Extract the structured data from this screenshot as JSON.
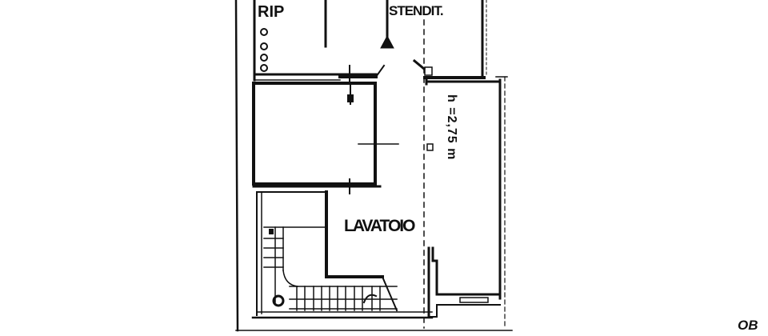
{
  "floor_plan": {
    "rooms": [
      {
        "id": "rip",
        "label": "RIP"
      },
      {
        "id": "stenditoio",
        "label": "STENDIT."
      },
      {
        "id": "lavatoio",
        "label": "LAVATOIO"
      }
    ],
    "annotations": {
      "ceiling_height": "h =2,75 m",
      "partial_label_right": "OB"
    },
    "colors": {
      "background": "#ffffff",
      "ink": "#111111"
    }
  }
}
